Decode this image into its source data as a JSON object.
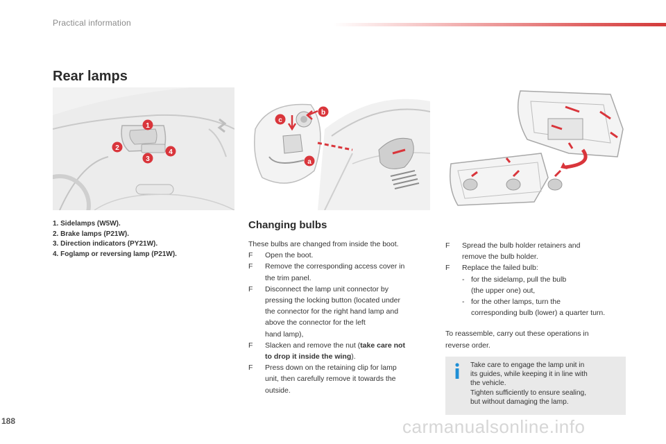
{
  "header": {
    "title": "Practical information"
  },
  "section": {
    "title": "Rear lamps"
  },
  "figures": {
    "left": {
      "callouts": [
        "1",
        "2",
        "3",
        "4"
      ]
    },
    "middle": {
      "callouts": [
        "a",
        "b",
        "c"
      ]
    }
  },
  "legend": {
    "items": [
      "1.  Sidelamps (W5W).",
      "2.  Brake lamps (P21W).",
      "3.  Direction indicators (PY21W).",
      "4.  Foglamp or reversing lamp (P21W)."
    ]
  },
  "changing": {
    "title": "Changing bulbs",
    "intro": "These bulbs are changed from inside the boot.",
    "steps": [
      {
        "lines": [
          "Open the boot."
        ]
      },
      {
        "lines": [
          "Remove the corresponding access cover in",
          "the trim panel."
        ]
      },
      {
        "lines": [
          "Disconnect the lamp unit connector by",
          "pressing the locking button (located under",
          "the connector for the right hand lamp and",
          "above the connector for the left",
          "hand lamp),"
        ]
      },
      {
        "pre": "Slacken and remove the nut (",
        "bold": [
          "take care not",
          "to drop it inside the wing"
        ],
        "post": ")."
      },
      {
        "lines": [
          "Press down on the retaining clip for lamp",
          "unit, then carefully remove it towards the",
          "outside."
        ]
      }
    ],
    "right_steps": [
      {
        "lines": [
          "Spread the bulb holder retainers and",
          "remove the bulb holder."
        ]
      },
      {
        "lines": [
          "Replace the failed bulb:"
        ]
      }
    ],
    "sub_items": [
      {
        "lines": [
          "for the sidelamp, pull the bulb",
          "(the upper one) out,"
        ]
      },
      {
        "lines": [
          "for the other lamps, turn the",
          "corresponding bulb (lower) a quarter turn."
        ]
      }
    ],
    "reassemble": [
      "To reassemble, carry out these operations in",
      "reverse order."
    ]
  },
  "note": {
    "icon": "info-icon",
    "lines": [
      "Take care to engage the lamp unit in",
      "its guides, while keeping it in line with",
      "the vehicle.",
      "Tighten sufficiently to ensure sealing,",
      "but without damaging the lamp."
    ]
  },
  "footer": {
    "page_number": "188",
    "watermark": "carmanualsonline.info"
  },
  "bullet_glyph": "F",
  "dash_glyph": "-",
  "colors": {
    "accent": "#d33a3a",
    "callout": "#d9353b",
    "note_bg": "#e9e9e9",
    "info_icon": "#1f8fd6"
  }
}
